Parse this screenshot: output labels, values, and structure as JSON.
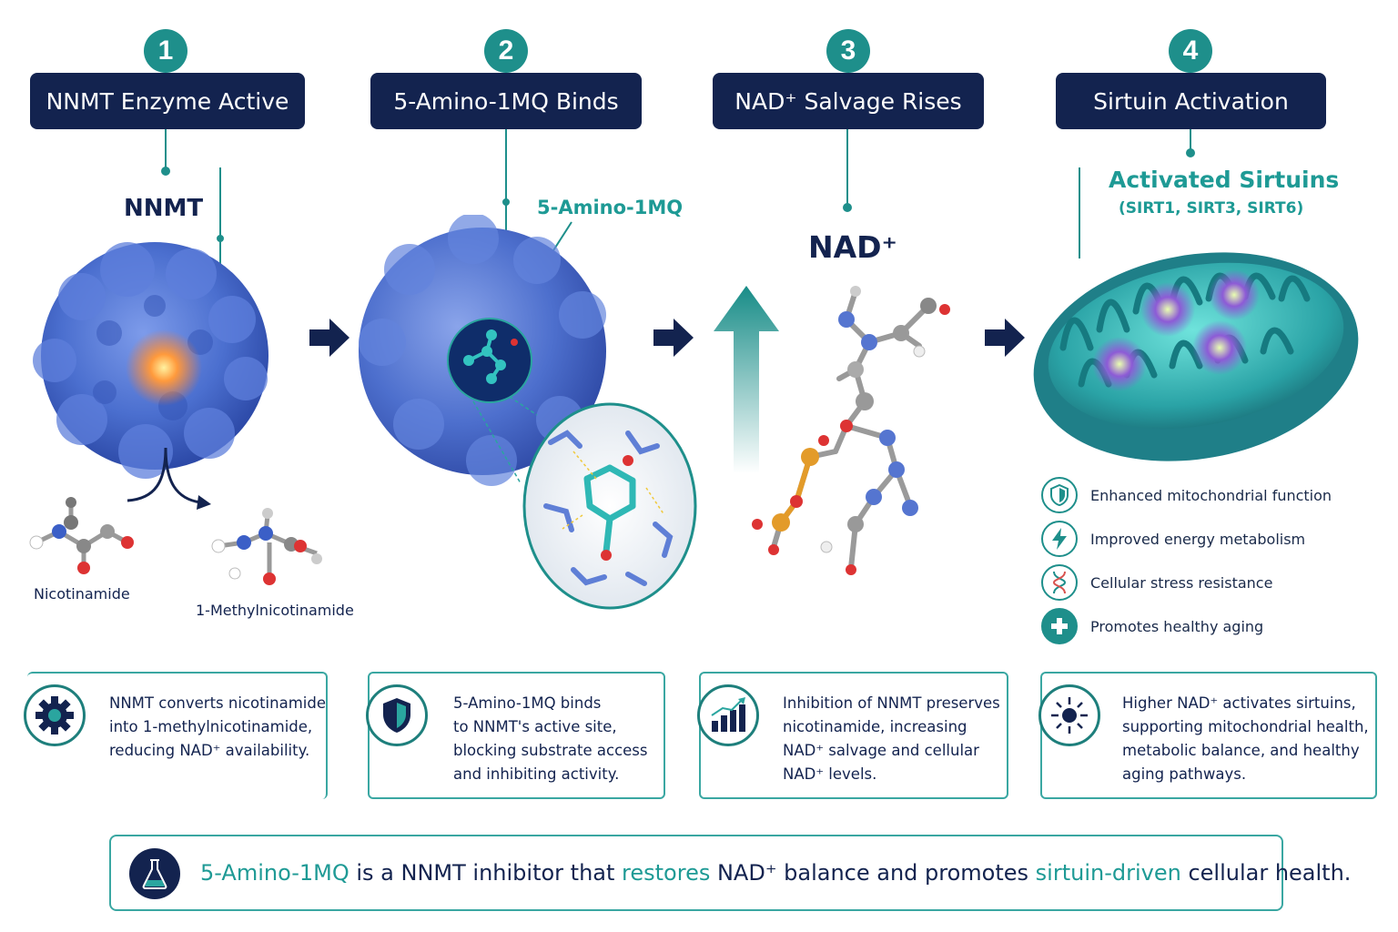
{
  "steps": [
    {
      "num": "1",
      "title": "NNMT Enzyme Active"
    },
    {
      "num": "2",
      "title": "5-Amino-1MQ Binds"
    },
    {
      "num": "3",
      "title": "NAD⁺ Salvage Rises"
    },
    {
      "num": "4",
      "title": "Sirtuin Activation"
    }
  ],
  "panel1": {
    "label": "NNMT",
    "substrate": "Nicotinamide",
    "product": "1-Methylnicotinamide"
  },
  "panel2": {
    "label": "5-Amino-1MQ"
  },
  "panel3": {
    "label": "NAD⁺"
  },
  "panel4": {
    "title": "Activated Sirtuins",
    "subtitle": "(SIRT1, SIRT3, SIRT6)",
    "benefits": [
      {
        "icon": "shield-icon",
        "text": "Enhanced mitochondrial function"
      },
      {
        "icon": "lightning-icon",
        "text": "Improved energy metabolism"
      },
      {
        "icon": "dna-icon",
        "text": "Cellular stress resistance"
      },
      {
        "icon": "plus-icon",
        "text": "Promotes healthy aging"
      }
    ]
  },
  "descriptions": [
    {
      "icon": "gear-icon",
      "lines": [
        "NNMT converts nicotinamide",
        "into 1-methylnicotinamide,",
        "reducing NAD⁺ availability."
      ]
    },
    {
      "icon": "shield-icon",
      "lines": [
        "5-Amino-1MQ binds",
        "to NNMT's active site,",
        "blocking substrate access",
        "and inhibiting activity."
      ]
    },
    {
      "icon": "bar-chart-icon",
      "lines": [
        "Inhibition of NNMT preserves",
        "nicotinamide, increasing",
        "NAD⁺ salvage and cellular",
        "NAD⁺ levels."
      ]
    },
    {
      "icon": "sun-icon",
      "lines": [
        "Higher NAD⁺ activates sirtuins,",
        "supporting mitochondrial health,",
        "metabolic balance, and healthy",
        "aging pathways."
      ]
    }
  ],
  "summary": {
    "icon": "flask-icon",
    "part1": "5-Amino-1MQ",
    "part2": " is a NNMT inhibitor that ",
    "part3": "restores",
    "part4": " NAD⁺ balance and promotes ",
    "part5": "sirtuin-driven",
    "part6": " cellular health."
  },
  "colors": {
    "navy": "#13234f",
    "teal": "#1e8f8b",
    "protein": "#4a6fd0",
    "mito": "#1f8f95"
  }
}
